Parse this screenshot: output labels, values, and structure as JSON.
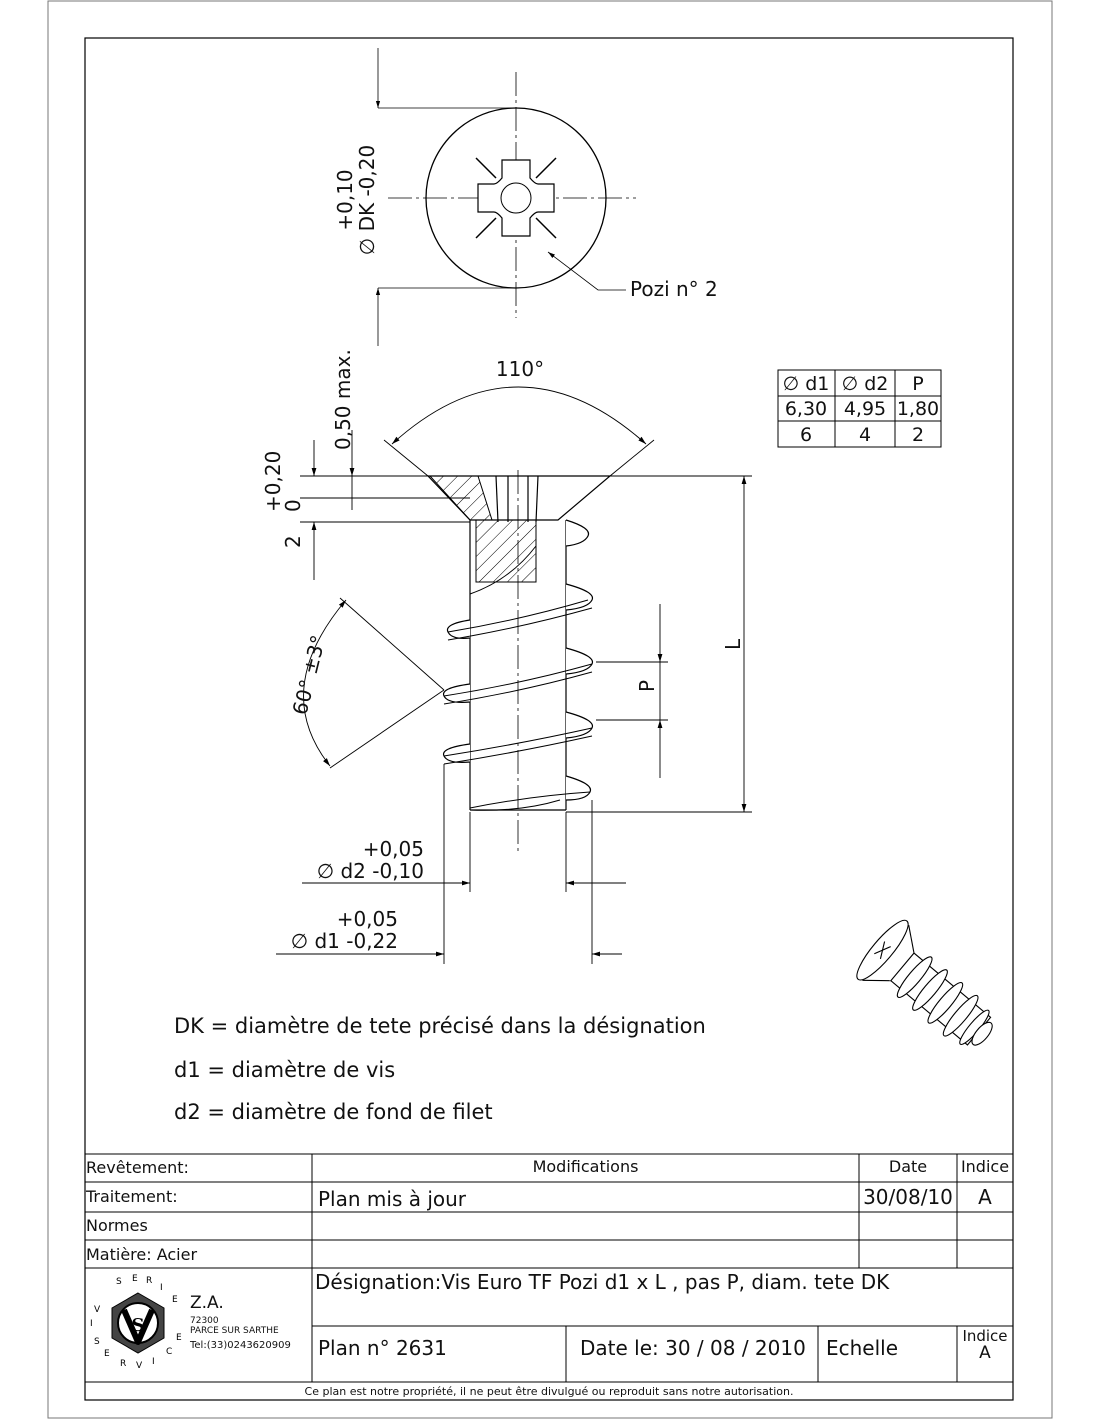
{
  "drawing": {
    "head_dim_tol_upper": "+0,10",
    "head_dim_tol_lower": "DK -0,20",
    "drive_callout": "Pozi n° 2",
    "head_angle": "110°",
    "head_height": "0,50 max.",
    "recess_upper_tol": "+0,20",
    "recess_zero": "0",
    "recess_two": "2",
    "thread_angle": "60° ±3°",
    "pitch_label": "P",
    "length_label": "L",
    "d2_tol_upper": "+0,05",
    "d2_tol_lower": "d2 -0,10",
    "d1_tol_upper": "+0,05",
    "d1_tol_lower": "d1 -0,22"
  },
  "dimension_table": {
    "headers": [
      "d1",
      "d2",
      "P"
    ],
    "rows": [
      [
        "6,30",
        "4,95",
        "1,80"
      ],
      [
        "6",
        "4",
        "2"
      ]
    ]
  },
  "notes": [
    "DK = diamètre de tete précisé dans la désignation",
    "d1 = diamètre de vis",
    "d2 = diamètre de fond de filet"
  ],
  "title_block": {
    "revetement": "Revêtement:",
    "traitement": "Traitement:",
    "normes": "Normes",
    "matiere": "Matière: Acier",
    "modifications_header": "Modifications",
    "date_header": "Date",
    "indice_header": "Indice",
    "modification_text": "Plan mis à jour",
    "modification_date": "30/08/10",
    "modification_indice": "A",
    "designation": "Désignation:Vis Euro TF Pozi    d1 x L ,  pas P,  diam. tete DK",
    "company_name": "Z.A.",
    "company_postcode": "72300",
    "company_city": "PARCE SUR SARTHE",
    "company_tel": "Tel:(33)0243620909",
    "logo_ring_text": "SERIE VISSERIE SERVICE",
    "plan_number": "Plan n° 2631",
    "plan_date": "Date le: 30 / 08 / 2010",
    "scale": "Echelle",
    "plan_indice_header": "Indice",
    "plan_indice": "A",
    "footer": "Ce plan est notre propriété, il ne peut être divulgué ou reproduit sans notre autorisation."
  }
}
